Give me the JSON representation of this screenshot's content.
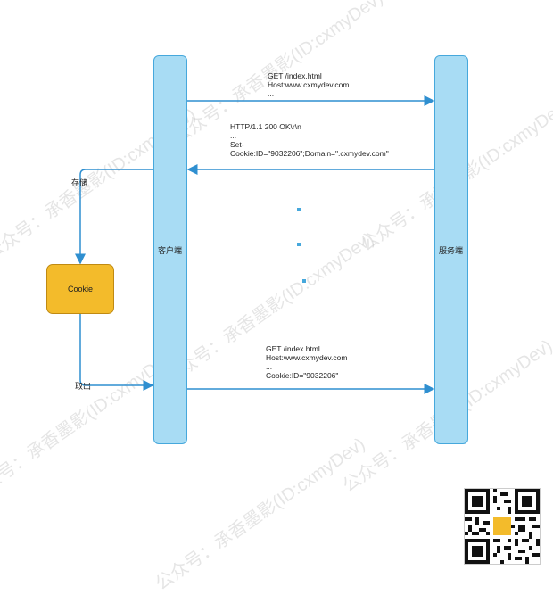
{
  "lanes": {
    "client_label": "客户端",
    "server_label": "服务端"
  },
  "messages": {
    "request1": "GET /index.html\nHost:www.cxmydev.com\n...",
    "response": "HTTP/1.1 200 OK\\r\\n\n...\nSet-\nCookie:ID=\"9032206\";Domain=\".cxmydev.com\"",
    "request2": "GET /index.html\nHost:www.cxmydev.com\n...\nCookie:ID=\"9032206\""
  },
  "cookie_store": {
    "label": "Cookie",
    "store_label": "存储",
    "fetch_label": "取出"
  },
  "watermark": "公众号：承香墨影(ID:cxmyDev)",
  "colors": {
    "lane_fill": "#a8dcf4",
    "lane_border": "#46a8dc",
    "arrow": "#2f8fd0",
    "cookie_fill": "#f3bb2b"
  },
  "icons": [
    "qr-code-icon"
  ]
}
